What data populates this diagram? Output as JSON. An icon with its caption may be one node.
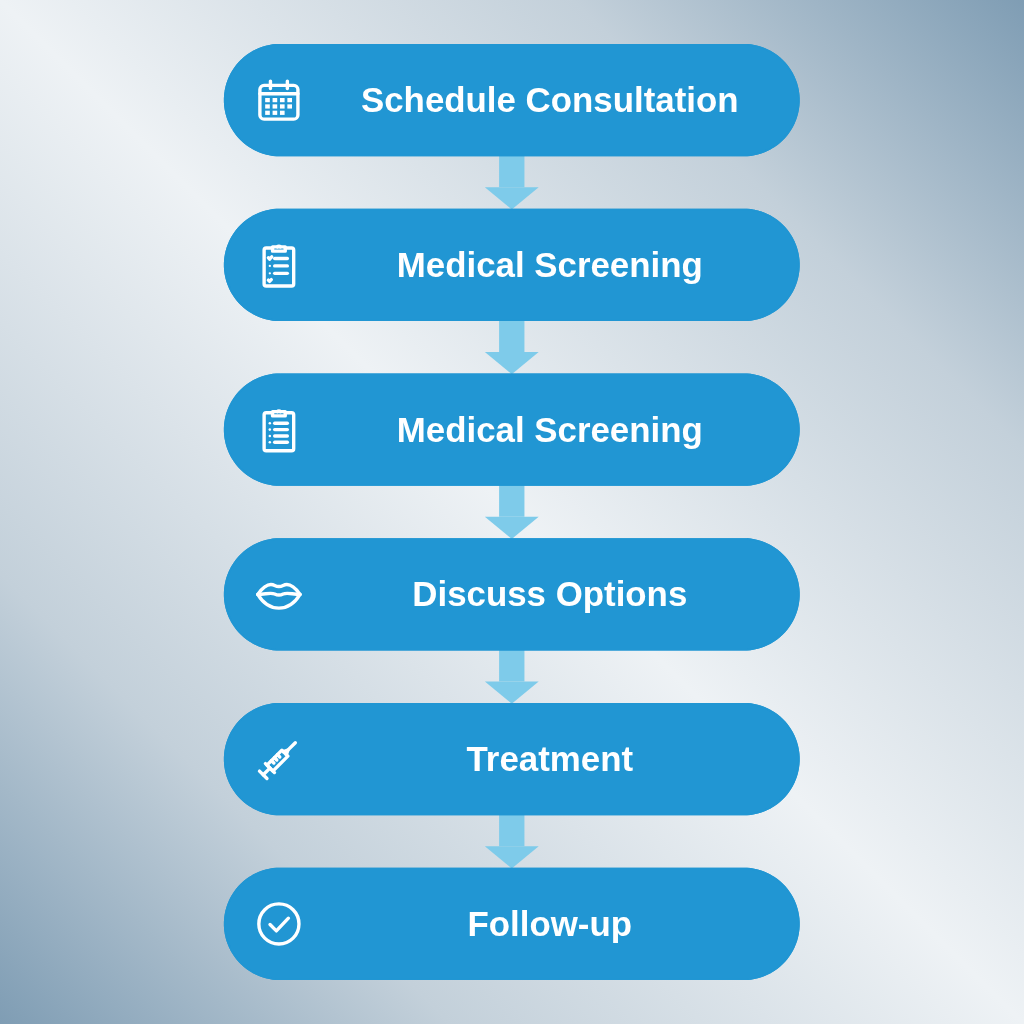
{
  "diagram": {
    "nodes": [
      {
        "text": [
          "Schedule Consultation"
        ]
      },
      {
        "text": [
          "Medical Screening"
        ]
      },
      {
        "text": [
          "Medical Screening"
        ]
      },
      {
        "text": [
          "Discuss Options"
        ]
      },
      {
        "text": [
          "Treatment"
        ]
      },
      {
        "text": [
          "Follow-up"
        ]
      }
    ],
    "edges": [
      {
        "from": 0,
        "to": 1,
        "arrow": "to"
      },
      {
        "from": 1,
        "to": 2,
        "arrow": "to"
      },
      {
        "from": 2,
        "to": 3,
        "arrow": "to"
      },
      {
        "from": 3,
        "to": 4,
        "arrow": "to"
      },
      {
        "from": 4,
        "to": 5,
        "arrow": "to"
      }
    ]
  }
}
